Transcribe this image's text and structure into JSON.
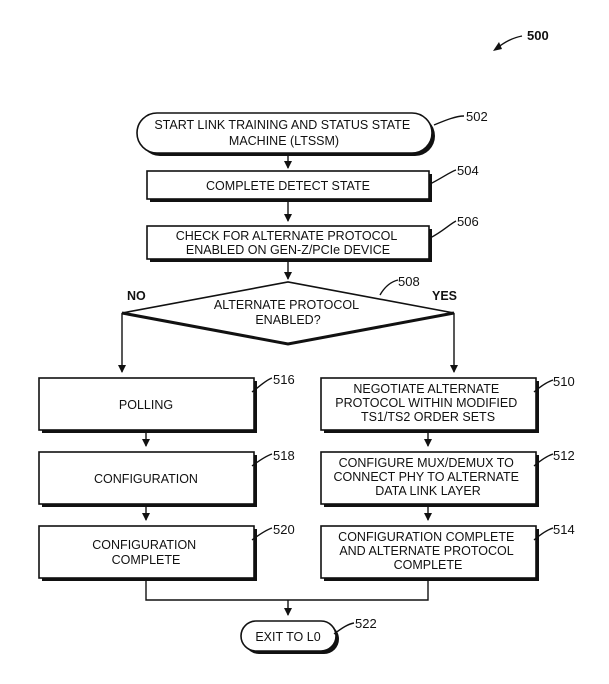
{
  "figure_number": "500",
  "nodes": {
    "start": {
      "lines": [
        "START LINK TRAINING AND STATUS STATE",
        "MACHINE (LTSSM)"
      ],
      "ref": "502"
    },
    "detect": {
      "lines": [
        "COMPLETE DETECT STATE"
      ],
      "ref": "504"
    },
    "check": {
      "lines": [
        "CHECK FOR ALTERNATE PROTOCOL",
        "ENABLED ON GEN-Z/PCIe DEVICE"
      ],
      "ref": "506"
    },
    "decision": {
      "lines": [
        "ALTERNATE PROTOCOL",
        "ENABLED?"
      ],
      "ref": "508",
      "no_label": "NO",
      "yes_label": "YES"
    },
    "negotiate": {
      "lines": [
        "NEGOTIATE ALTERNATE",
        "PROTOCOL WITHIN MODIFIED",
        "TS1/TS2 ORDER SETS"
      ],
      "ref": "510"
    },
    "mux": {
      "lines": [
        "CONFIGURE MUX/DEMUX TO",
        "CONNECT PHY TO ALTERNATE",
        "DATA LINK LAYER"
      ],
      "ref": "512"
    },
    "alt_complete": {
      "lines": [
        "CONFIGURATION COMPLETE",
        "AND ALTERNATE PROTOCOL",
        "COMPLETE"
      ],
      "ref": "514"
    },
    "polling": {
      "lines": [
        "POLLING"
      ],
      "ref": "516"
    },
    "configuration": {
      "lines": [
        "CONFIGURATION"
      ],
      "ref": "518"
    },
    "config_complete": {
      "lines": [
        "CONFIGURATION",
        "COMPLETE"
      ],
      "ref": "520"
    },
    "exit": {
      "lines": [
        "EXIT TO L0"
      ],
      "ref": "522"
    }
  }
}
